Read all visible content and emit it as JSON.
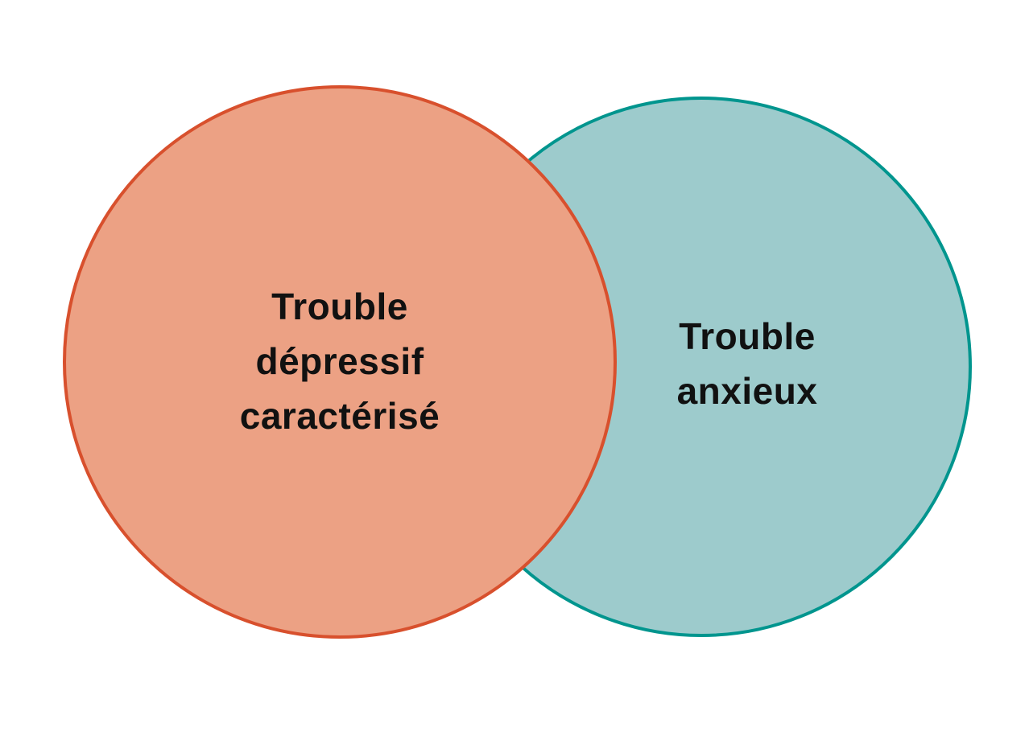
{
  "diagram": {
    "type": "venn",
    "background_color": "#ffffff",
    "text_color": "#111111",
    "circles": [
      {
        "id": "left",
        "label": "Trouble dépressif caractérisé",
        "label_lines": [
          "Trouble",
          "dépressif",
          "caractérisé"
        ],
        "fill_color": "#eca184",
        "stroke_color": "#d8502d"
      },
      {
        "id": "right",
        "label": "Trouble anxieux",
        "label_lines": [
          "Trouble",
          "anxieux"
        ],
        "fill_color": "#9dcbcc",
        "stroke_color": "#00958e"
      }
    ],
    "overlap": {
      "top_circle": "left",
      "label": ""
    }
  }
}
